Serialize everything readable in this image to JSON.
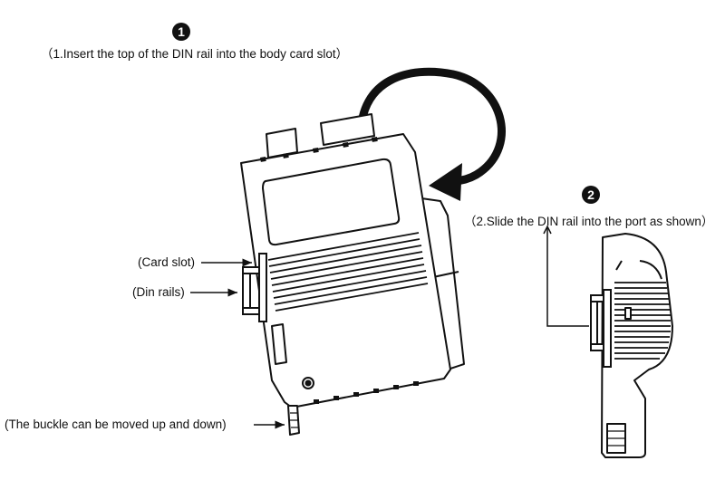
{
  "steps": [
    {
      "number": "1",
      "text": "（1.Insert the top of the DIN rail into the body card slot）"
    },
    {
      "number": "2",
      "text": "（2.Slide the DIN rail into the port as shown）"
    }
  ],
  "callouts": {
    "card_slot": "(Card slot)",
    "din_rails": "(Din rails)",
    "buckle": "(The buckle can be moved up and down)"
  }
}
